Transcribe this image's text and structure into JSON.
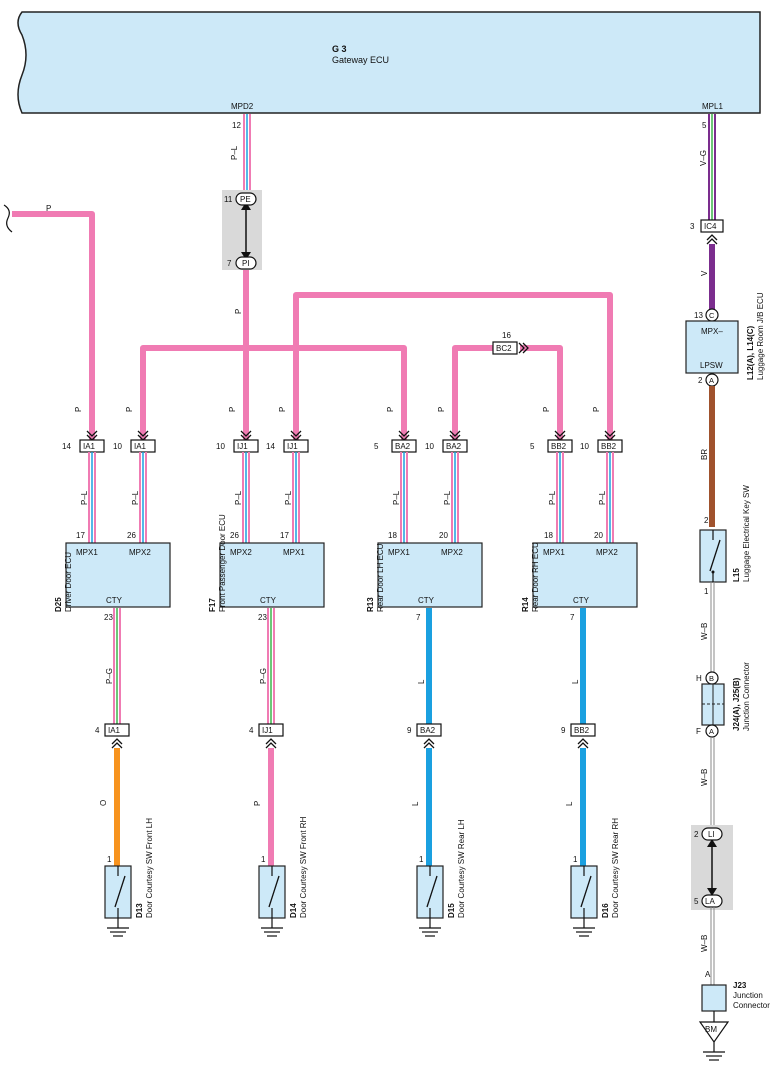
{
  "gateway": {
    "code": "G 3",
    "name": "Gateway ECU",
    "pin_mpd2": "MPD2",
    "pin_mpl1": "MPL1"
  },
  "colors": {
    "pink": "#f07bb3",
    "orange": "#f7931e",
    "blue": "#1aa0e0",
    "violet": "#7b2d8e",
    "brown": "#a0522d",
    "box_fill": "#cde9f8",
    "splice_fill": "#d9d9d9"
  },
  "wires": {
    "w_gw_mpd2": {
      "pin": "12",
      "color": "P–L"
    },
    "w_gw_mpl1": {
      "pin": "5",
      "color": "V–G"
    },
    "pe_pin": "11",
    "pe_label": "PE",
    "pi_pin": "7",
    "pi_label": "PI",
    "p_left": "P",
    "p_pi": "P",
    "ic4_pin": "3",
    "ic4_label": "IC4",
    "v_label": "V",
    "bc2_pin": "16",
    "bc2_label": "BC2"
  },
  "luggage_ecu": {
    "code": "L12(A), L14(C)",
    "name": "Luggage Room J/B ECU",
    "top_pin": "13",
    "top_conn": "C",
    "mpx": "MPX–",
    "lpsw": "LPSW",
    "bottom_pin": "2",
    "bottom_conn": "A",
    "wire_color": "BR"
  },
  "key_sw": {
    "code": "L15",
    "name": "Luggage Electrical Key SW",
    "top_pin": "2",
    "bottom_pin": "1",
    "wire_color": "W–B"
  },
  "junction": {
    "code": "J24(A), J25(B)",
    "name": "Junction Connector",
    "pin_h": "H",
    "conn_b": "B",
    "pin_f": "F",
    "conn_a": "A",
    "wire_color": "W–B"
  },
  "li_la": {
    "li_pin": "2",
    "li_label": "LI",
    "la_pin": "5",
    "la_label": "LA",
    "wire_color": "W–B"
  },
  "j23": {
    "code": "J23",
    "name1": "Junction",
    "name2": "Connector",
    "pin": "A",
    "ground": "BM"
  },
  "connectors": [
    {
      "pin": "14",
      "label": "IA1",
      "wire": "P",
      "color": "P–L"
    },
    {
      "pin": "10",
      "label": "IA1",
      "wire": "P",
      "color": "P–L"
    },
    {
      "pin": "10",
      "label": "IJ1",
      "wire": "P",
      "color": "P–L"
    },
    {
      "pin": "14",
      "label": "IJ1",
      "wire": "P",
      "color": "P–L"
    },
    {
      "pin": "5",
      "label": "BA2",
      "wire": "P",
      "color": "P–L"
    },
    {
      "pin": "10",
      "label": "BA2",
      "wire": "P",
      "color": "P–L"
    },
    {
      "pin": "5",
      "label": "BB2",
      "wire": "P",
      "color": "P–L"
    },
    {
      "pin": "10",
      "label": "BB2",
      "wire": "P",
      "color": "P–L"
    }
  ],
  "ecus": [
    {
      "code": "D25",
      "name": "Driver Door ECU",
      "l_pin": "17",
      "l_lbl": "MPX1",
      "r_pin": "26",
      "r_lbl": "MPX2",
      "cty": "CTY",
      "cty_pin": "23",
      "cty_color": "P–G"
    },
    {
      "code": "F17",
      "name": "Front Passenger Door ECU",
      "l_pin": "26",
      "l_lbl": "MPX2",
      "r_pin": "17",
      "r_lbl": "MPX1",
      "cty": "CTY",
      "cty_pin": "23",
      "cty_color": "P–G"
    },
    {
      "code": "R13",
      "name": "Rear Door LH ECU",
      "l_pin": "18",
      "l_lbl": "MPX1",
      "r_pin": "20",
      "r_lbl": "MPX2",
      "cty": "CTY",
      "cty_pin": "7",
      "cty_color": "L"
    },
    {
      "code": "R14",
      "name": "Rear Door RH ECU",
      "l_pin": "18",
      "l_lbl": "MPX1",
      "r_pin": "20",
      "r_lbl": "MPX2",
      "cty": "CTY",
      "cty_pin": "7",
      "cty_color": "L"
    }
  ],
  "lower_connectors": [
    {
      "pin": "4",
      "label": "IA1",
      "wire": "O"
    },
    {
      "pin": "4",
      "label": "IJ1",
      "wire": "P"
    },
    {
      "pin": "9",
      "label": "BA2",
      "wire": "L"
    },
    {
      "pin": "9",
      "label": "BB2",
      "wire": "L"
    }
  ],
  "switches": [
    {
      "code": "D13",
      "name": "Door Courtesy SW Front LH",
      "pin": "1"
    },
    {
      "code": "D14",
      "name": "Door Courtesy SW Front RH",
      "pin": "1"
    },
    {
      "code": "D15",
      "name": "Door Courtesy SW Rear LH",
      "pin": "1"
    },
    {
      "code": "D16",
      "name": "Door Courtesy SW Rear RH",
      "pin": "1"
    }
  ]
}
